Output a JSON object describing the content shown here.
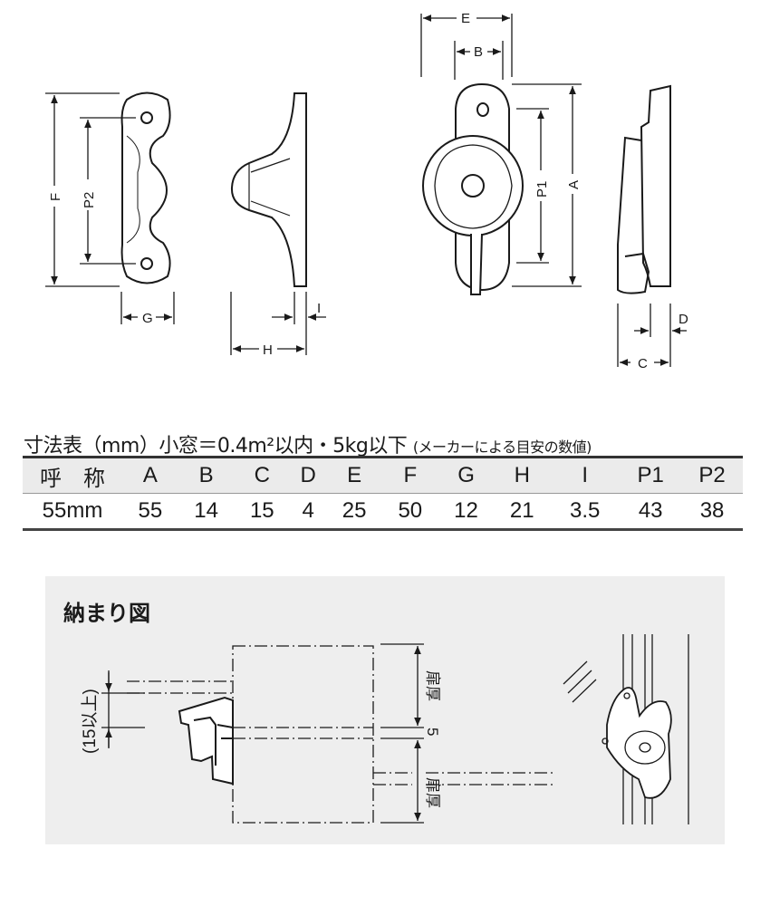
{
  "dimension_labels": {
    "E": "E",
    "B": "B",
    "A": "A",
    "P1": "P1",
    "F": "F",
    "P2": "P2",
    "G": "G",
    "H": "H",
    "I": "I",
    "C": "C",
    "D": "D"
  },
  "table": {
    "title": "寸法表（mm）小窓＝0.4m²以内・5kg以下",
    "note": "(メーカーによる目安の数値)",
    "headers": [
      "呼　称",
      "A",
      "B",
      "C",
      "D",
      "E",
      "F",
      "G",
      "H",
      "I",
      "P1",
      "P2"
    ],
    "rows": [
      [
        "55mm",
        "55",
        "14",
        "15",
        "4",
        "25",
        "50",
        "12",
        "21",
        "3.5",
        "43",
        "38"
      ]
    ]
  },
  "installation": {
    "title": "納まり図",
    "min_label": "(15以上)",
    "door_thickness_top": "扉厚",
    "gap": "5",
    "door_thickness_bottom": "扉厚"
  }
}
